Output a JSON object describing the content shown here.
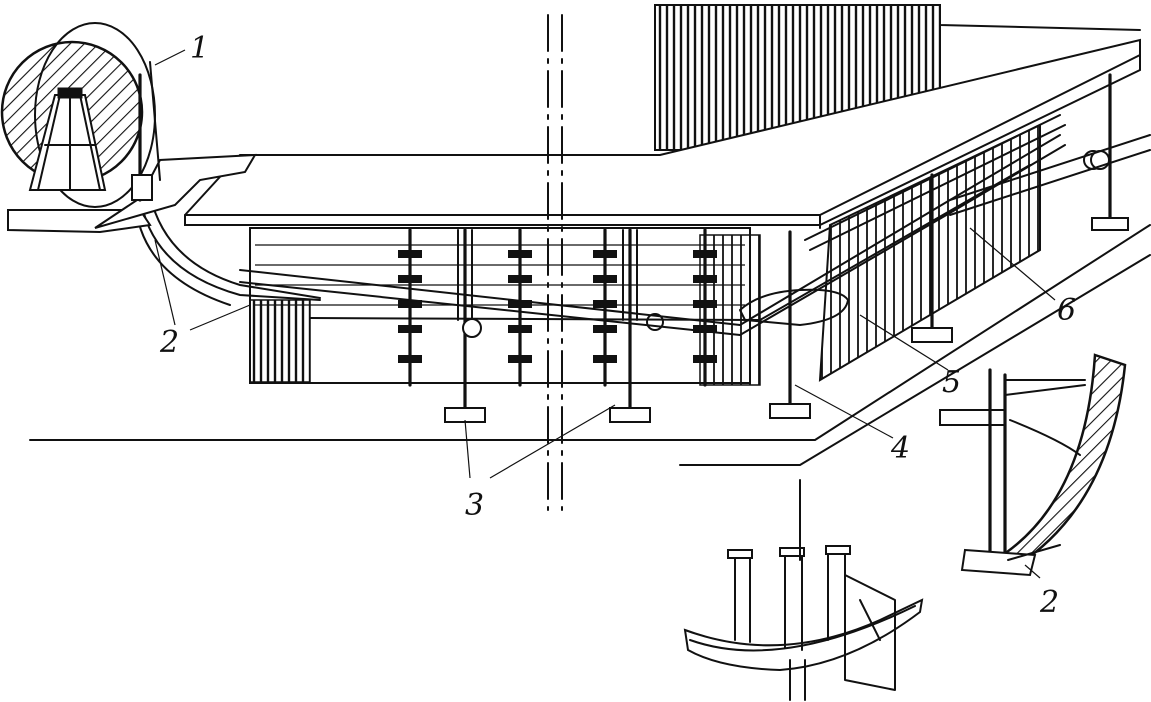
{
  "callouts": [
    {
      "id": "1",
      "text": "1"
    },
    {
      "id": "2a",
      "text": "2"
    },
    {
      "id": "3",
      "text": "3"
    },
    {
      "id": "4",
      "text": "4"
    },
    {
      "id": "5",
      "text": "5"
    },
    {
      "id": "6",
      "text": "6"
    },
    {
      "id": "2b",
      "text": "2"
    }
  ]
}
